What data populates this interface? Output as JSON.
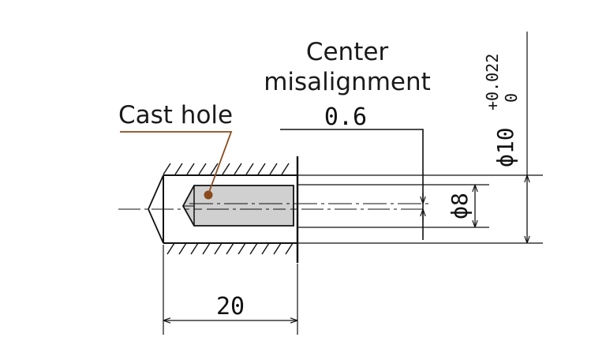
{
  "labels": {
    "center_line1": "Center",
    "center_line2": "misalignment",
    "cast_hole": "Cast hole"
  },
  "dimensions": {
    "misalignment_value": "0.6",
    "inner_diameter": "ϕ8",
    "outer_diameter": "ϕ10",
    "tolerance_upper": "+0.022",
    "tolerance_lower": "0",
    "length": "20"
  },
  "colors": {
    "line": "#111111",
    "hole_fill": "#d0d0d0",
    "leader": "#8a4a1c",
    "dot": "#8a4a1c"
  }
}
